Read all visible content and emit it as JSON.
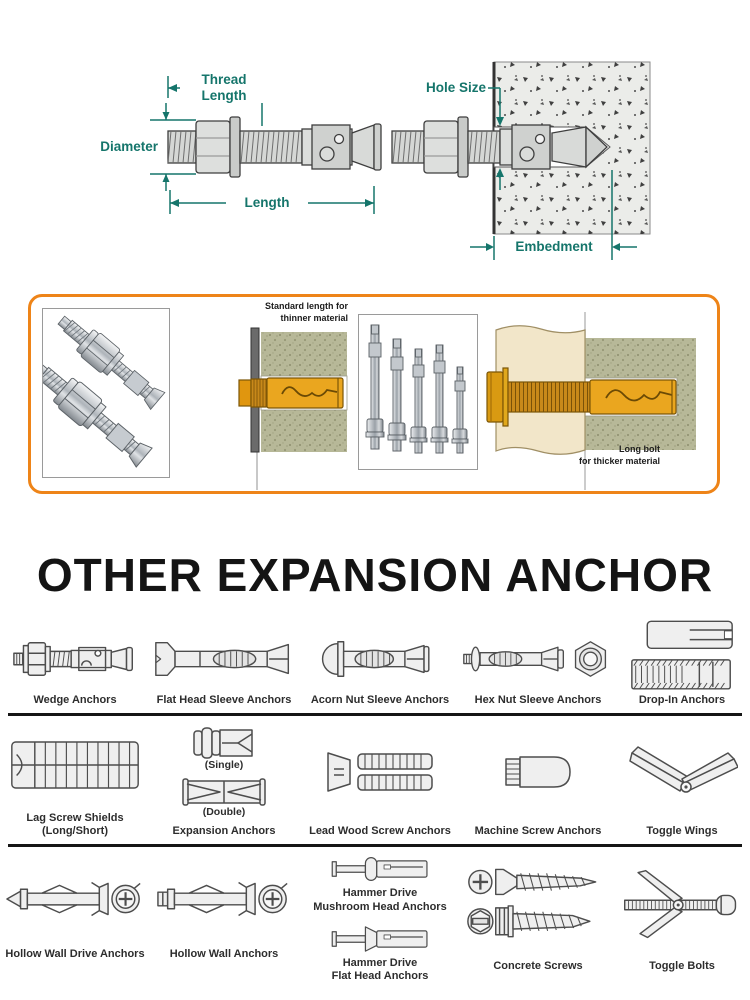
{
  "dimension_diagram": {
    "thread_length": "Thread\nLength",
    "diameter": "Diameter",
    "length": "Length",
    "hole_size": "Hole Size",
    "embedment": "Embedment",
    "accent_color": "#15756b"
  },
  "gallery": {
    "border_color": "#ee8418",
    "standard_caption": "Standard length for\nthinner material",
    "long_caption": "Long bolt\nfor thicker material"
  },
  "section_title": "OTHER EXPANSION ANCHOR",
  "catalog": {
    "row1": [
      {
        "label": "Wedge Anchors"
      },
      {
        "label": "Flat Head Sleeve Anchors"
      },
      {
        "label": "Acorn Nut Sleeve Anchors"
      },
      {
        "label": "Hex Nut Sleeve Anchors"
      },
      {
        "label": "Drop-In Anchors"
      }
    ],
    "row2": [
      {
        "label": "Lag Screw Shields (Long/Short)"
      },
      {
        "label": "Expansion Anchors",
        "sub1": "(Single)",
        "sub2": "(Double)"
      },
      {
        "label": "Lead Wood Screw Anchors"
      },
      {
        "label": "Machine Screw Anchors"
      },
      {
        "label": "Toggle Wings"
      }
    ],
    "row3": [
      {
        "label": "Hollow Wall Drive Anchors"
      },
      {
        "label": "Hollow Wall Anchors"
      },
      {
        "label_top": "Hammer Drive\nMushroom Head Anchors",
        "label_bottom": "Hammer Drive\nFlat Head Anchors"
      },
      {
        "label": "Concrete Screws"
      },
      {
        "label": "Toggle Bolts"
      }
    ]
  }
}
